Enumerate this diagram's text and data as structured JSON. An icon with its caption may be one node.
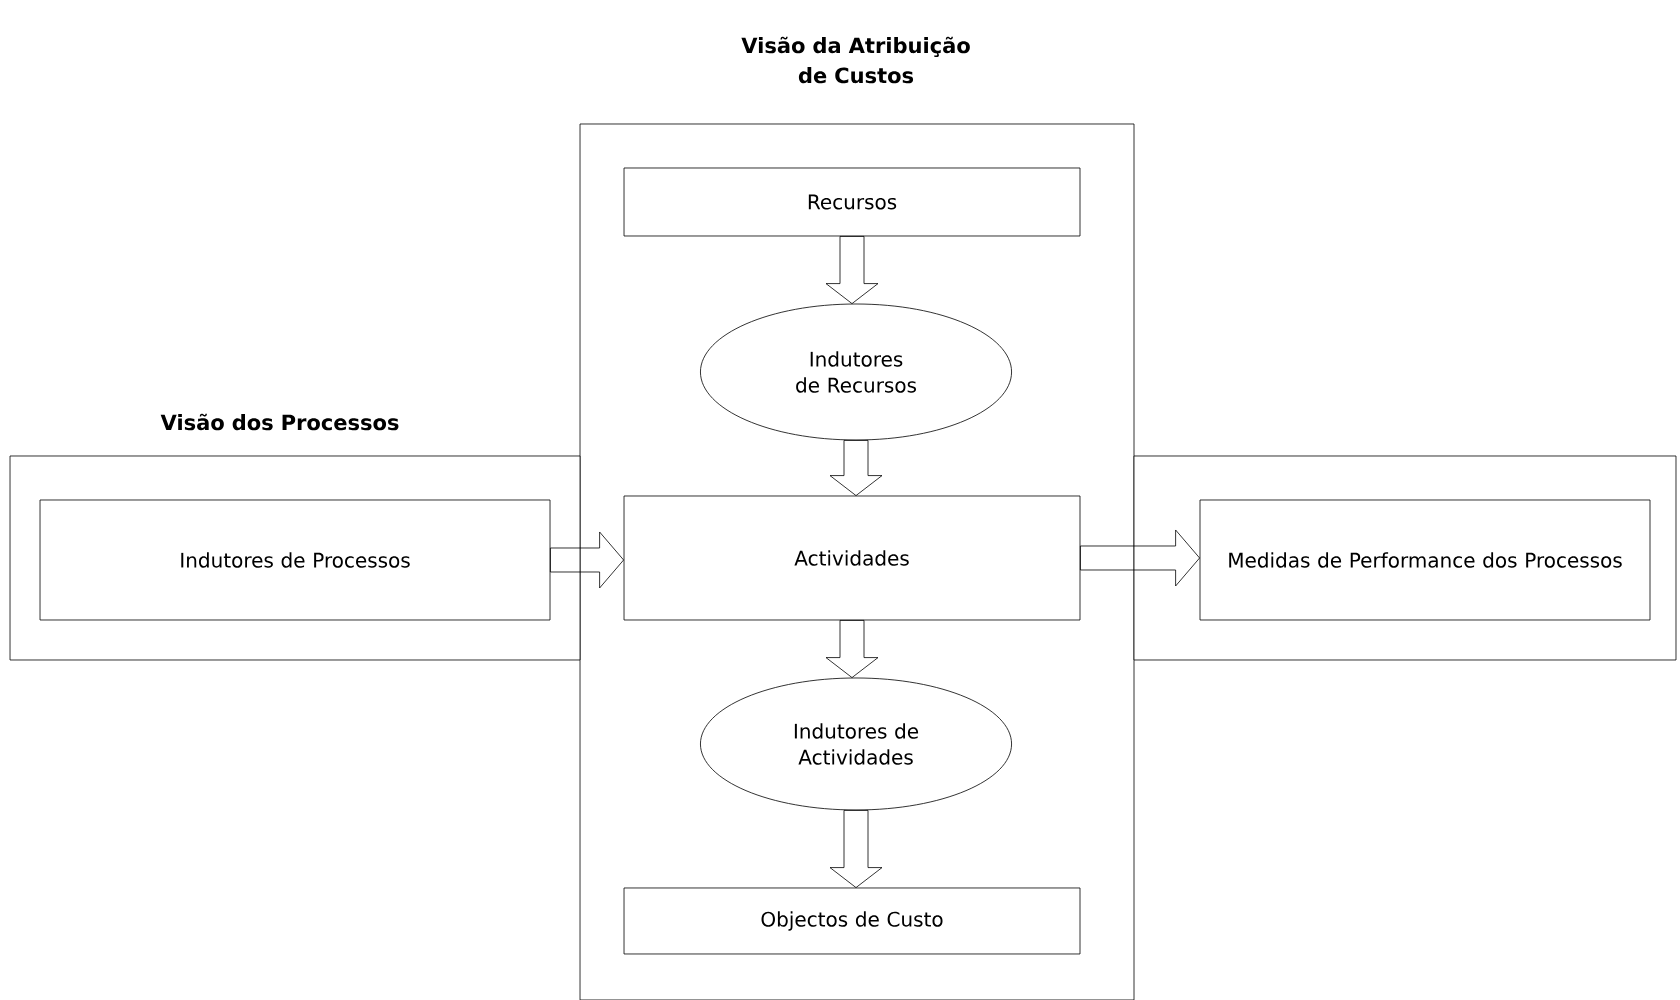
{
  "diagram": {
    "nodes": [
      {
        "text": [
          "Visão da Atribuição de Custos"
        ]
      },
      {
        "text": [
          "Recursos"
        ],
        "in": 0
      },
      {
        "text": [
          "Indutores de Recursos"
        ],
        "in": 0
      },
      {
        "text": [
          "Actividades"
        ],
        "in": 0
      },
      {
        "text": [
          "Indutores de Actividades"
        ],
        "in": 0
      },
      {
        "text": [
          "Objectos de Custo"
        ],
        "in": 0
      },
      {
        "text": [
          "Visão dos Processos"
        ]
      },
      {
        "text": [
          "Indutores de Processos"
        ],
        "in": 6
      },
      {
        "text": [],
        "shape": "box"
      },
      {
        "text": [
          "Medidas de Performance dos Processos"
        ],
        "in": 8
      }
    ],
    "edges": [
      {
        "from": 1,
        "to": 2,
        "arrow": "to"
      },
      {
        "from": 2,
        "to": 3,
        "arrow": "to"
      },
      {
        "from": 3,
        "to": 4,
        "arrow": "to"
      },
      {
        "from": 4,
        "to": 5,
        "arrow": "to"
      },
      {
        "from": 7,
        "to": 3,
        "arrow": "to"
      },
      {
        "from": 3,
        "to": 9,
        "arrow": "to"
      }
    ]
  }
}
